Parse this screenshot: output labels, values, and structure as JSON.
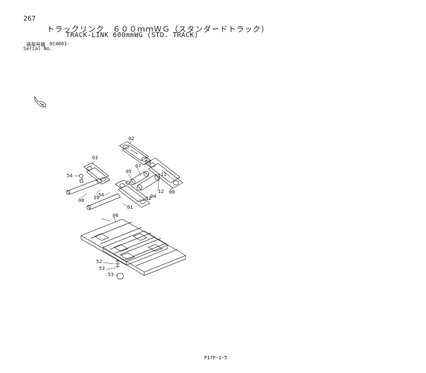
{
  "page_number": "267",
  "title_jp": "トラックリンク　６００ｍｍＷＧ（スタンダードトラック）",
  "title_en": "TRACK-LINK 600mmWG (STD. TRACK)",
  "serial": {
    "label_jp": "適用号機",
    "code": "0C4001-",
    "label_en": "Serial No."
  },
  "callouts": {
    "c02": "02",
    "c03": "03",
    "c09": "09",
    "c05": "05",
    "c07": "07",
    "c54a": "54",
    "c11": "11",
    "c00": "00",
    "c12a": "12",
    "c04": "04",
    "c08": "08",
    "c10": "10",
    "c54b": "54",
    "c12b": "12",
    "c01": "01",
    "c06": "06",
    "c52": "52",
    "c53a": "53",
    "c53b": "53"
  },
  "footer_code": "P17P-1-5"
}
